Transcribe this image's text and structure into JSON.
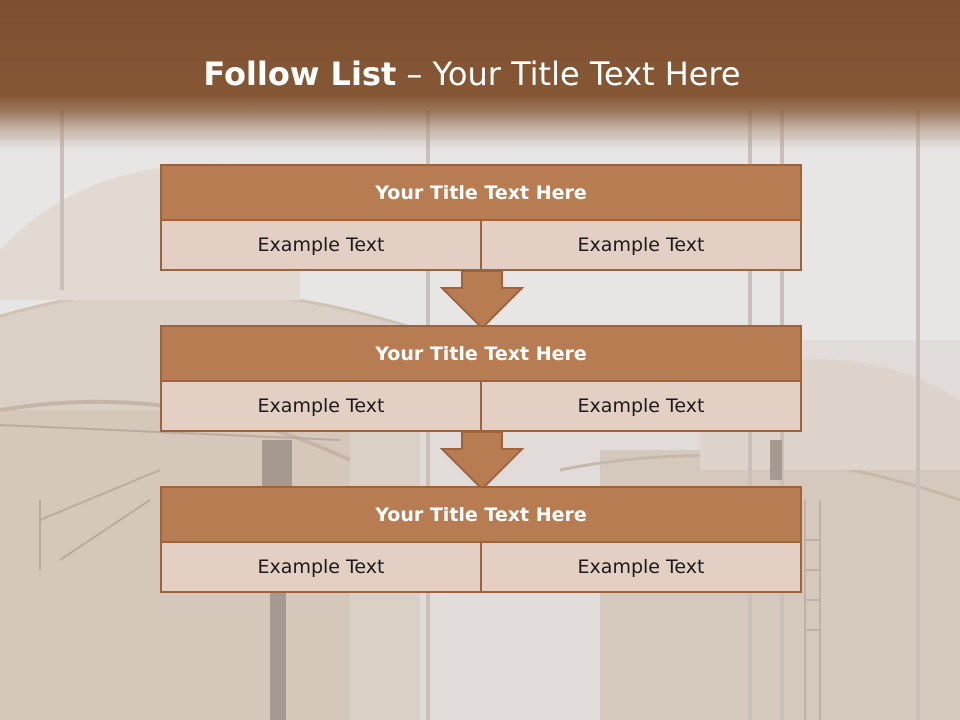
{
  "header": {
    "title_bold": "Follow List",
    "title_rest": " – Your Title Text Here"
  },
  "blocks": [
    {
      "title": "Your Title Text Here",
      "cells": [
        "Example Text",
        "Example Text"
      ]
    },
    {
      "title": "Your Title Text Here",
      "cells": [
        "Example Text",
        "Example Text"
      ]
    },
    {
      "title": "Your Title Text Here",
      "cells": [
        "Example Text",
        "Example Text"
      ]
    }
  ],
  "colors": {
    "header": "#855735",
    "block_title": "#b87c52",
    "block_border": "#a0623a",
    "cell_bg": "#e3cfc3",
    "arrow": "#b87c52"
  }
}
